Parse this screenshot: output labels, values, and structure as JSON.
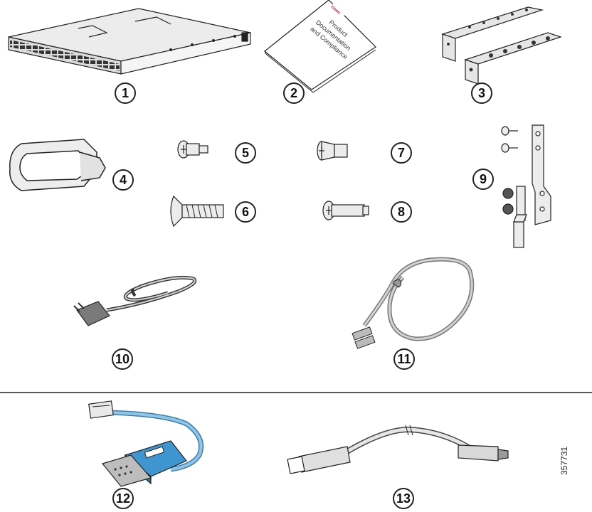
{
  "callouts": {
    "c1": "1",
    "c2": "2",
    "c3": "3",
    "c4": "4",
    "c5": "5",
    "c6": "6",
    "c7": "7",
    "c8": "8",
    "c9": "9",
    "c10": "10",
    "c11": "11",
    "c12": "12",
    "c13": "13"
  },
  "document": {
    "brand": "cisco",
    "line1": "Product",
    "line2": "Documentation",
    "line3": "and Compliance"
  },
  "figure_id": "357731",
  "colors": {
    "line": "#222222",
    "metal_fill": "#e9e9e9",
    "cable_blue": "#8fc6e6",
    "adapter_blue": "#3f95cf",
    "brand_red": "#c8102e"
  }
}
